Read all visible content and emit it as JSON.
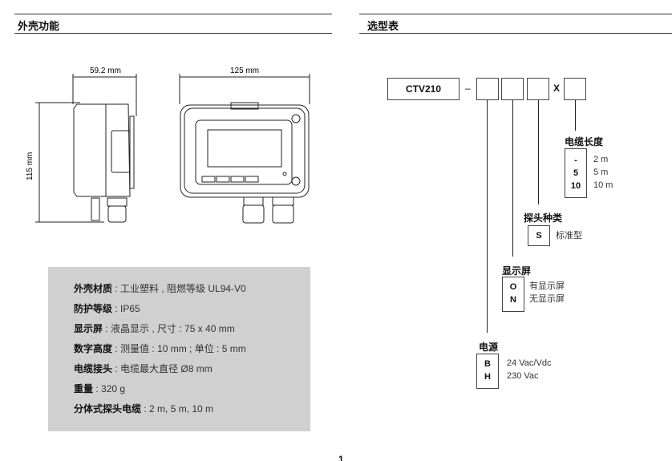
{
  "left_section": {
    "title": "外壳功能",
    "dims": {
      "depth": "59.2 mm",
      "width": "125 mm",
      "height": "115 mm"
    },
    "specs": [
      {
        "label": "外壳材质",
        "value": "工业塑料 , 阻燃等级 UL94-V0"
      },
      {
        "label": "防护等级",
        "value": "IP65"
      },
      {
        "label": "显示屏",
        "value": "液晶显示 , 尺寸 : 75 x 40 mm"
      },
      {
        "label": "数字高度",
        "value": "测量值 : 10 mm ; 单位 : 5 mm"
      },
      {
        "label": "电缆接头",
        "value": "电缆最大直径  Ø8 mm"
      },
      {
        "label": "重量",
        "value": "320 g"
      },
      {
        "label": "分体式探头电缆",
        "value": "2 m, 5 m, 10 m"
      }
    ]
  },
  "right_section": {
    "title": "选型表",
    "model": "CTV210",
    "dash": "–",
    "x": "X",
    "cable_length": {
      "title": "电缆长度",
      "codes": [
        "-",
        "5",
        "10"
      ],
      "values": [
        "2 m",
        "5 m",
        "10 m"
      ]
    },
    "probe_type": {
      "title": "探头种类",
      "codes": [
        "S"
      ],
      "values": [
        "标准型"
      ]
    },
    "display": {
      "title": "显示屏",
      "codes": [
        "O",
        "N"
      ],
      "values": [
        "有显示屏",
        "无显示屏"
      ]
    },
    "power": {
      "title": "电源",
      "codes": [
        "B",
        "H"
      ],
      "values": [
        "24 Vac/Vdc",
        "230 Vac"
      ]
    }
  },
  "page_number": "1"
}
